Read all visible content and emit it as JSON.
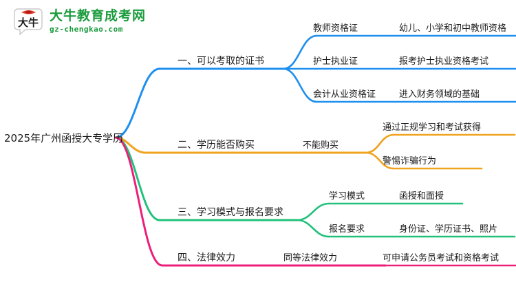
{
  "logo": {
    "mark_name": "daniu-speech-bubble-logo",
    "mark_text": "大牛",
    "name_cn": "大牛教育成考网",
    "domain": "gz-chengkao.com",
    "brand_color": "#1a9b3c",
    "accent_color": "#e23b2e"
  },
  "mindmap": {
    "root": "2025年广州函授大专学历",
    "branches": [
      {
        "label": "一、可以考取的证书",
        "color": "#1e8fef",
        "children": [
          {
            "label": "教师资格证",
            "detail": "幼儿、小学和初中教师资格"
          },
          {
            "label": "护士执业证",
            "detail": "报考护士执业资格考试"
          },
          {
            "label": "会计从业资格证",
            "detail": "进入财务领域的基础"
          }
        ]
      },
      {
        "label": "二、学历能否购买",
        "color": "#f0a31e",
        "children": [
          {
            "label": "不能购买",
            "detail": "通过正规学习和考试获得"
          },
          {
            "label": "",
            "detail": "警惕诈骗行为"
          }
        ]
      },
      {
        "label": "三、学习模式与报名要求",
        "color": "#22c17b",
        "children": [
          {
            "label": "学习模式",
            "detail": "函授和面授"
          },
          {
            "label": "报名要求",
            "detail": "身份证、学历证书、照片"
          }
        ]
      },
      {
        "label": "四、法律效力",
        "color": "#ed1e79",
        "children": [
          {
            "label": "同等法律效力",
            "detail": "可申请公务员考试和资格考试"
          }
        ]
      }
    ]
  }
}
